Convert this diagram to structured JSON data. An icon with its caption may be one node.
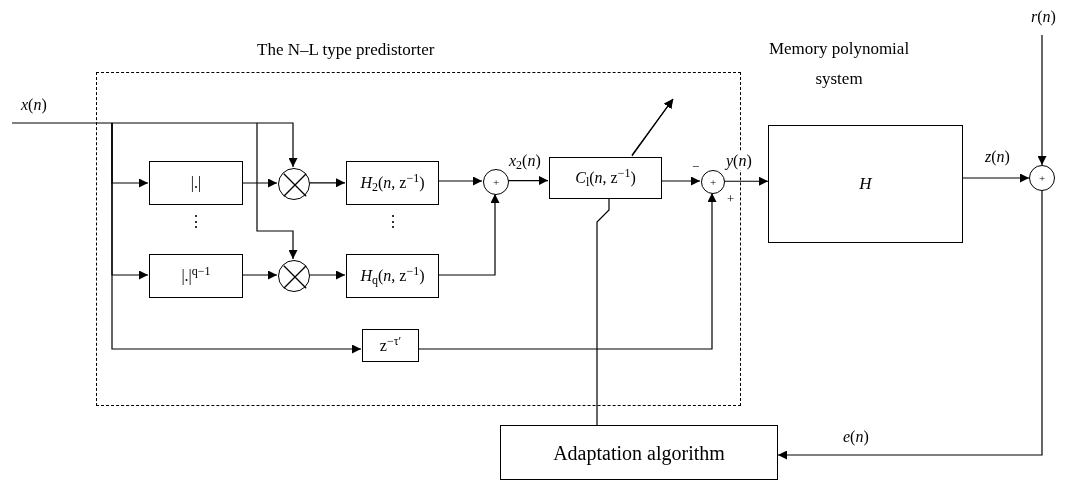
{
  "diagram": {
    "nodes": [
      {
        "text": [
          "The N–L type predistorter"
        ]
      },
      {
        "text": [
          "|.|"
        ],
        "in": 0
      },
      {
        "text": [
          "|.|$^{q−1}$"
        ],
        "in": 0
      },
      {
        "text": [],
        "shape": "circle",
        "in": 0
      },
      {
        "text": [],
        "shape": "circle",
        "in": 0
      },
      {
        "text": [
          "*H*$_{2}$(*n*, z$^{−1}$)"
        ],
        "in": 0
      },
      {
        "text": [
          "*H*$_{q}$(*n*, z$^{−1}$)"
        ],
        "in": 0
      },
      {
        "text": [
          "+"
        ],
        "in": 0
      },
      {
        "text": [
          "*C*$_{l}$(*n*, z$^{−1}$)"
        ],
        "in": 0
      },
      {
        "text": [
          "+"
        ],
        "beside": [
          "−",
          "+"
        ],
        "in": 0
      },
      {
        "text": [
          "z$^{−τ′}$"
        ],
        "in": 0
      },
      {
        "text": [
          "Memory polynomial system",
          "*H*"
        ]
      },
      {
        "text": [
          "+"
        ]
      },
      {
        "text": [
          "Adaptation algorithm"
        ]
      }
    ],
    "edges": [
      {
        "from": null,
        "to": 3,
        "arrow": "to",
        "label": "*x*(*n*)"
      },
      {
        "from": null,
        "to": 1,
        "arrow": "to"
      },
      {
        "from": null,
        "to": 2,
        "arrow": "to"
      },
      {
        "from": null,
        "to": 4,
        "arrow": "to"
      },
      {
        "from": null,
        "to": 10,
        "arrow": "to"
      },
      {
        "from": 1,
        "to": 3,
        "arrow": "to"
      },
      {
        "from": 2,
        "to": 4,
        "arrow": "to"
      },
      {
        "from": 3,
        "to": 5,
        "arrow": "to"
      },
      {
        "from": 4,
        "to": 6,
        "arrow": "to"
      },
      {
        "from": 5,
        "to": 7,
        "arrow": "to"
      },
      {
        "from": 6,
        "to": 7,
        "arrow": "to"
      },
      {
        "from": 7,
        "to": 8,
        "arrow": "to",
        "label": "*x*$_{2}$(*n*)"
      },
      {
        "from": 8,
        "to": 9,
        "arrow": "to"
      },
      {
        "from": 10,
        "to": 9,
        "arrow": "to"
      },
      {
        "from": 9,
        "to": 11,
        "arrow": "to",
        "label": "*y*(*n*)"
      },
      {
        "from": 11,
        "to": 12,
        "arrow": "to",
        "label": "*z*(*n*)"
      },
      {
        "from": null,
        "to": 12,
        "arrow": "to",
        "label": "*r*(*n*)"
      },
      {
        "from": 12,
        "to": 13,
        "arrow": "to",
        "label": "*e*(*n*)"
      },
      {
        "from": 13,
        "to": 8,
        "arrow": "none"
      },
      {
        "from": 8,
        "to": null,
        "arrow": "to"
      }
    ],
    "labels": [
      "⋮",
      "⋮"
    ]
  }
}
